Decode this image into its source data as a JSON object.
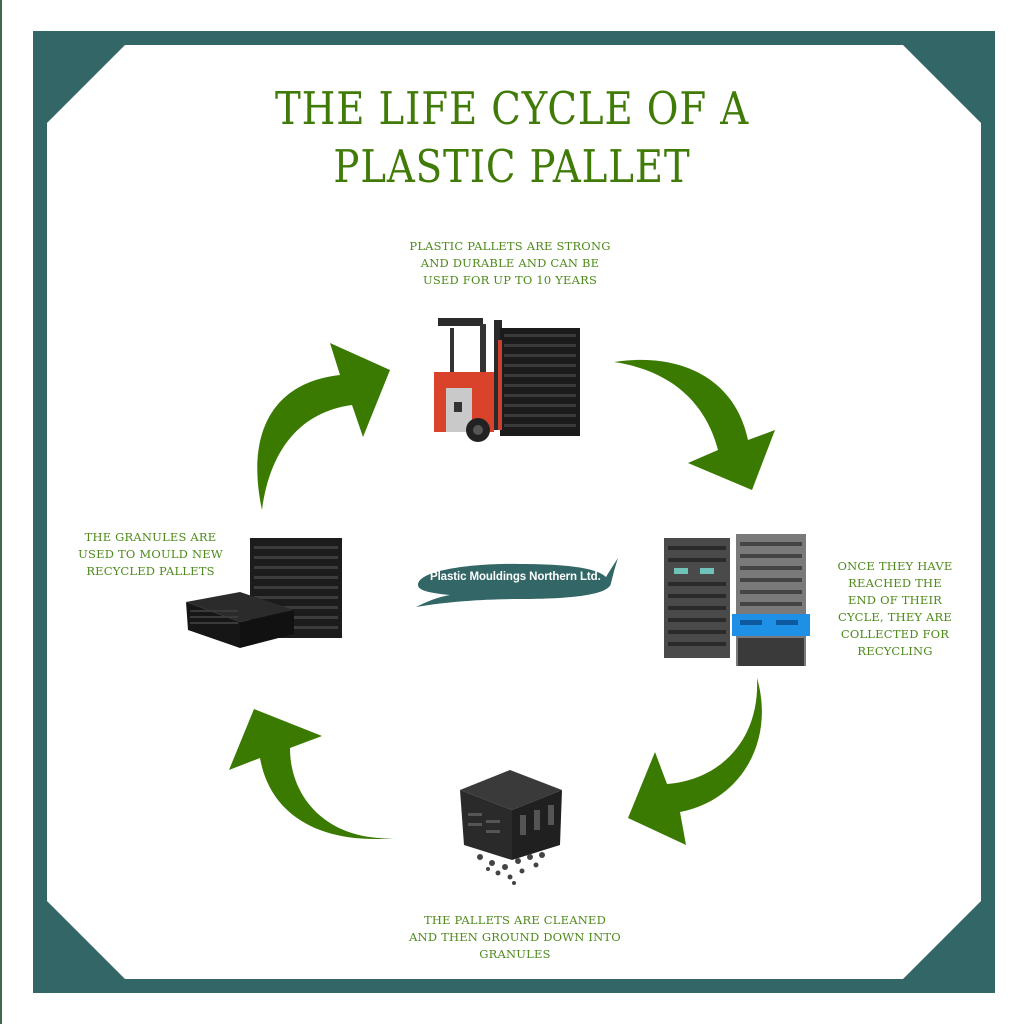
{
  "title": {
    "line1": "THE LIFE CYCLE OF A",
    "line2": "PLASTIC PALLET"
  },
  "colors": {
    "frame": "#336666",
    "title_green": "#3f7b06",
    "caption_green": "#4e8a1a",
    "arrow_green": "#3a7a00",
    "logo_teal": "#336666"
  },
  "logo": {
    "text": "Plastic Mouldings Northern Ltd."
  },
  "stages": [
    {
      "id": "use",
      "position": "top",
      "image": "forklift-carrying-pallets",
      "caption": [
        "PLASTIC PALLETS ARE STRONG",
        "AND DURABLE AND CAN BE",
        "USED FOR UP TO 10 YEARS"
      ]
    },
    {
      "id": "collect",
      "position": "right",
      "image": "stacks-of-used-pallets",
      "caption": [
        "ONCE THEY  HAVE",
        "REACHED THE",
        "END OF THEIR",
        "CYCLE, THEY ARE",
        "COLLECTED FOR",
        "RECYCLING"
      ]
    },
    {
      "id": "grind",
      "position": "bottom",
      "image": "pallet-ground-into-granules",
      "caption": [
        "THE PALLETS ARE CLEANED",
        "AND THEN GROUND DOWN INTO",
        "GRANULES"
      ]
    },
    {
      "id": "mould",
      "position": "left",
      "image": "new-recycled-pallets",
      "caption": [
        "THE GRANULES ARE",
        "USED TO MOULD NEW",
        "RECYCLED PALLETS"
      ]
    }
  ],
  "arrows": [
    {
      "from": "use",
      "to": "collect",
      "direction": "clockwise-down-right"
    },
    {
      "from": "collect",
      "to": "grind",
      "direction": "clockwise-down-left"
    },
    {
      "from": "grind",
      "to": "mould",
      "direction": "clockwise-up-left"
    },
    {
      "from": "mould",
      "to": "use",
      "direction": "clockwise-up-right"
    }
  ]
}
